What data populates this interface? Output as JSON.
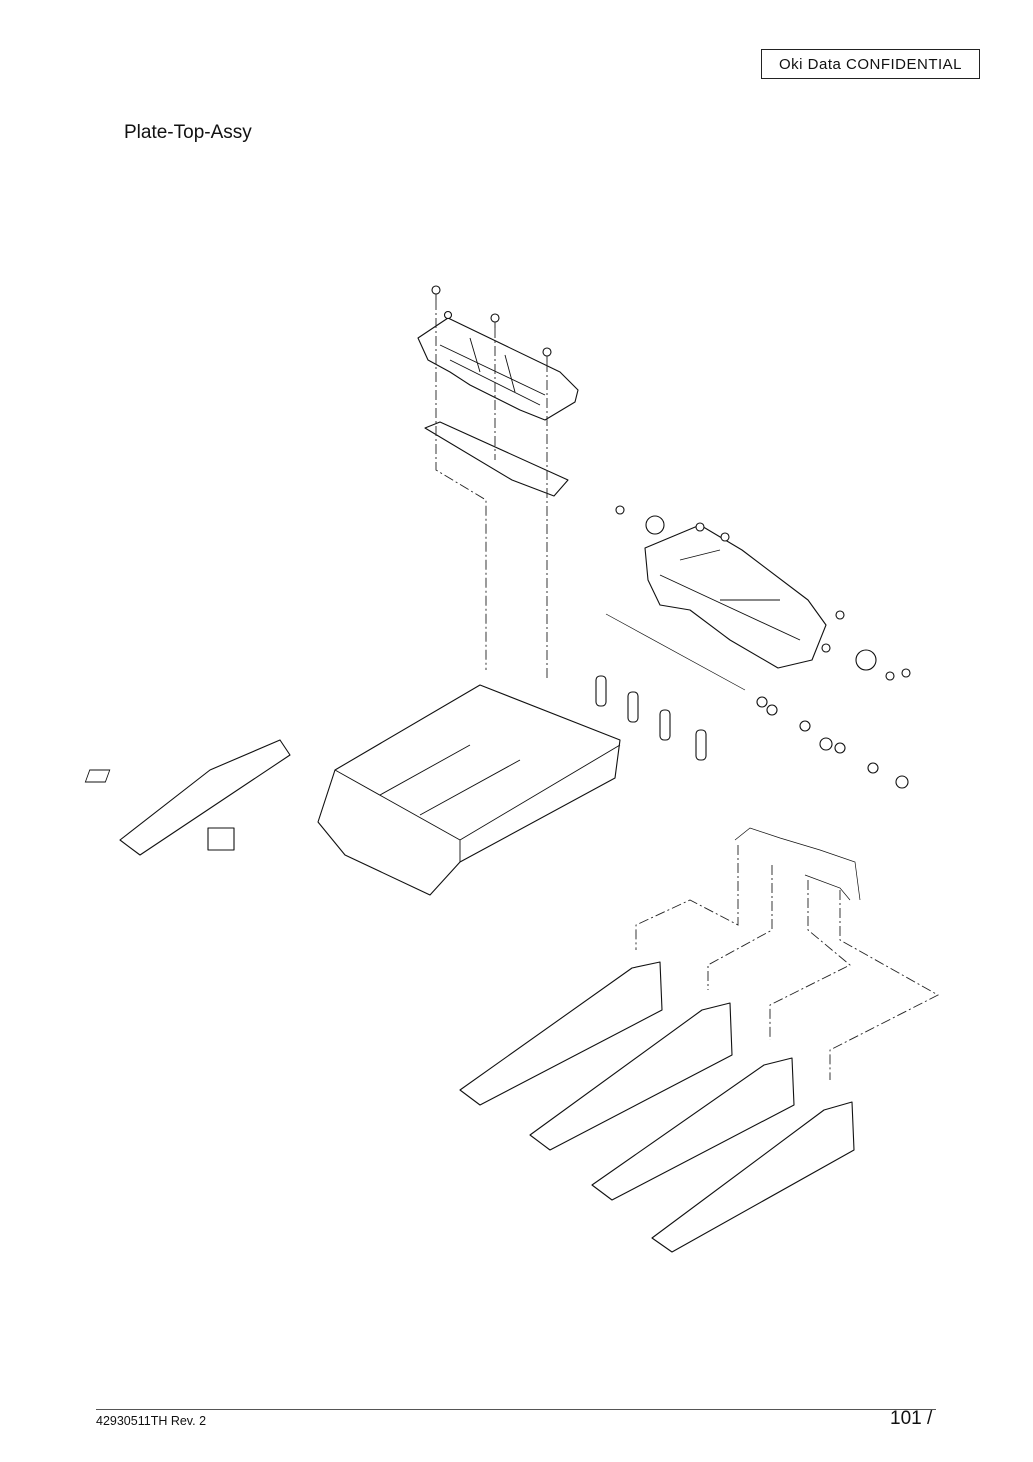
{
  "header": {
    "confidential_label": "Oki  Data  CONFIDENTIAL"
  },
  "title": "Plate-Top-Assy",
  "footer": {
    "doc_number": "42930511TH  Rev. 2",
    "page_number": "101 /"
  }
}
